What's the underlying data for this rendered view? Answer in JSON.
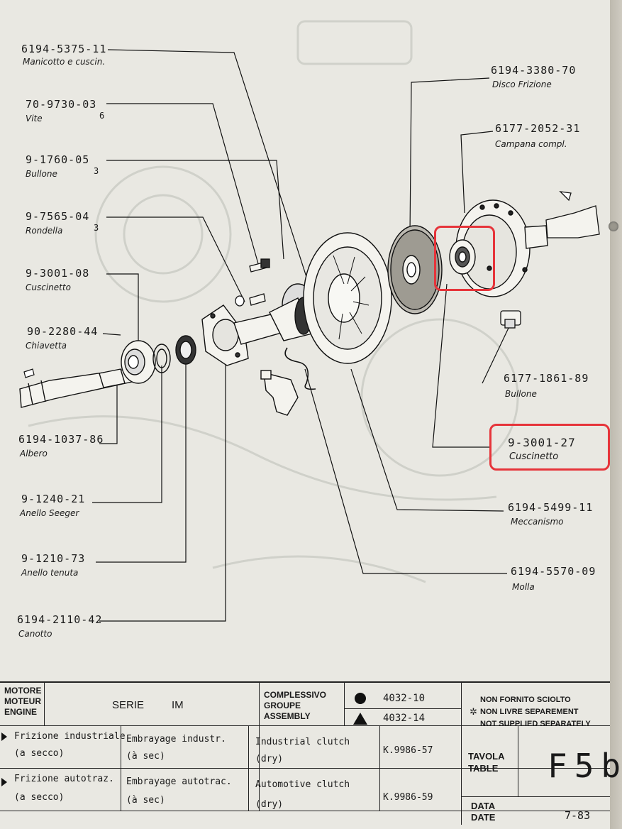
{
  "parts_left": [
    {
      "code": "6194-5375-11",
      "name": "Manicotto e cuscin.",
      "qty": ""
    },
    {
      "code": "70-9730-03",
      "name": "Vite",
      "qty": "6"
    },
    {
      "code": "9-1760-05",
      "name": "Bullone",
      "qty": "3"
    },
    {
      "code": "9-7565-04",
      "name": "Rondella",
      "qty": "3"
    },
    {
      "code": "9-3001-08",
      "name": "Cuscinetto",
      "qty": ""
    },
    {
      "code": "90-2280-44",
      "name": "Chiavetta",
      "qty": ""
    },
    {
      "code": "6194-1037-86",
      "name": "Albero",
      "qty": ""
    },
    {
      "code": "9-1240-21",
      "name": "Anello Seeger",
      "qty": ""
    },
    {
      "code": "9-1210-73",
      "name": "Anello tenuta",
      "qty": ""
    },
    {
      "code": "6194-2110-42",
      "name": "Canotto",
      "qty": ""
    }
  ],
  "parts_right": [
    {
      "code": "6194-3380-70",
      "name": "Disco Frizione"
    },
    {
      "code": "6177-2052-31",
      "name": "Campana compl."
    },
    {
      "code": "6177-1861-89",
      "name": "Bullone"
    },
    {
      "code": "9-3001-27",
      "name": "Cuscinetto",
      "highlighted": true
    },
    {
      "code": "6194-5499-11",
      "name": "Meccanismo"
    },
    {
      "code": "6194-5570-09",
      "name": "Molla"
    }
  ],
  "title_block": {
    "engine_labels": [
      "MOTORE",
      "MOTEUR",
      "ENGINE"
    ],
    "serie_label": "SERIE",
    "serie_value": "IM",
    "assembly_labels": [
      "COMPLESSIVO",
      "GROUPE",
      "ASSEMBLY"
    ],
    "assembly_circle": "4032-10",
    "assembly_triangle": "4032-14",
    "not_supplied": [
      "NON FORNITO SCIOLTO",
      "NON LIVRE SEPAREMENT",
      "NOT SUPPLIED SEPARATELY"
    ],
    "rows": [
      {
        "it": "Frizione industriale",
        "it2": "(a secco)",
        "fr": "Embrayage industr.",
        "fr2": "(à sec)",
        "en": "Industrial clutch",
        "en2": "(dry)",
        "ref": "K.9986-57"
      },
      {
        "it": "Frizione autotraz.",
        "it2": "(a secco)",
        "fr": "Embrayage autotrac.",
        "fr2": "(à sec)",
        "en": "Automotive clutch",
        "en2": "(dry)",
        "ref": "K.9986-59"
      }
    ],
    "table_labels": [
      "TAVOLA",
      "TABLE"
    ],
    "table_value": "F5b",
    "date_labels": [
      "DATA",
      "DATE"
    ],
    "date_value": "7-83"
  },
  "colors": {
    "highlight": "#e6343a",
    "paper": "#e9e8e2",
    "ink": "#1a1a1a"
  }
}
